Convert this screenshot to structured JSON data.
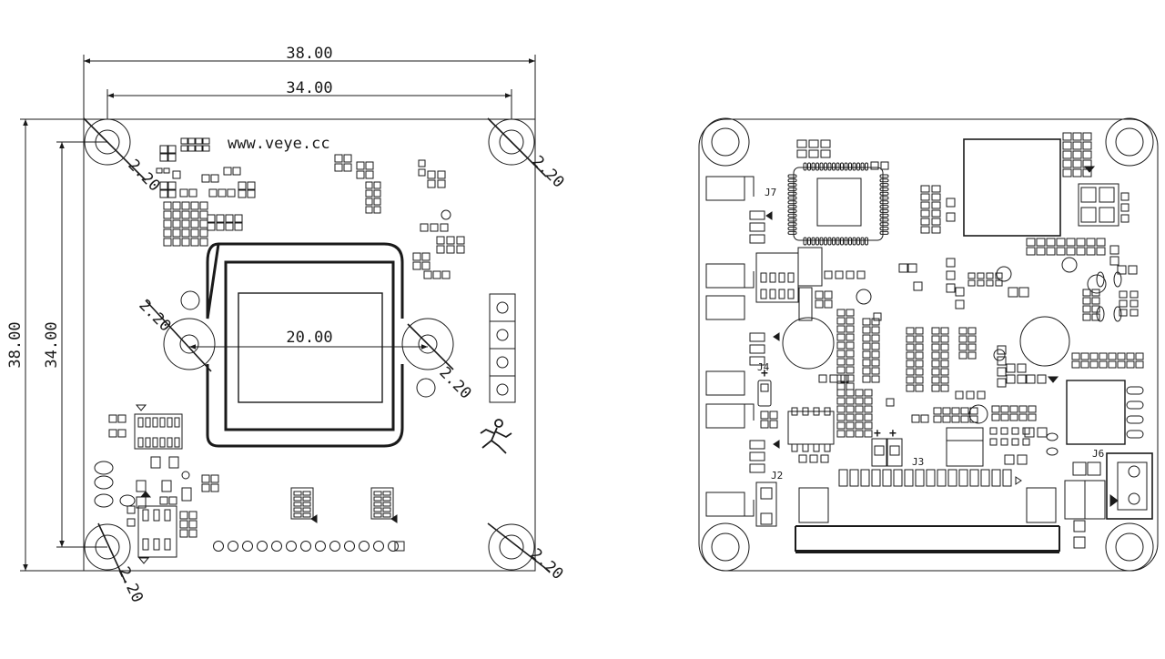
{
  "dimensions": {
    "overall_width": "38.00",
    "hole_spacing_width": "34.00",
    "overall_height": "38.00",
    "hole_spacing_height": "34.00",
    "sensor_width": "20.00",
    "hole_tl": "2.20",
    "hole_tr": "2.20",
    "hole_bl": "2.20",
    "hole_br": "2.20",
    "hole_lens_left": "2.20",
    "hole_lens_right": "2.20"
  },
  "silkscreen": {
    "url": "www.veye.cc",
    "j7": "J7",
    "j4": "J4",
    "j2": "J2",
    "j3": "J3",
    "j6": "J6",
    "plus": "+"
  },
  "colors": {
    "line": "#1a1a1a",
    "background": "#ffffff"
  }
}
